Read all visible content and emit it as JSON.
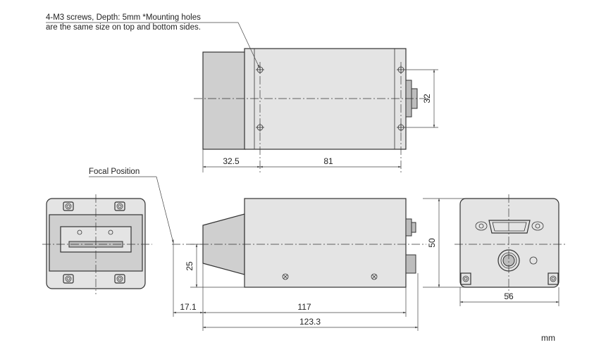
{
  "notes": {
    "mounting_line1": "4-M3 screws, Depth: 5mm *Mounting holes",
    "mounting_line2": "are the same size on top and bottom sides.",
    "focal": "Focal Position"
  },
  "dimensions": {
    "d32_5": "32.5",
    "d81": "81",
    "d32": "32",
    "d25": "25",
    "d17_1": "17.1",
    "d117": "117",
    "d123_3": "123.3",
    "d50": "50",
    "d56": "56"
  },
  "unit": "mm"
}
